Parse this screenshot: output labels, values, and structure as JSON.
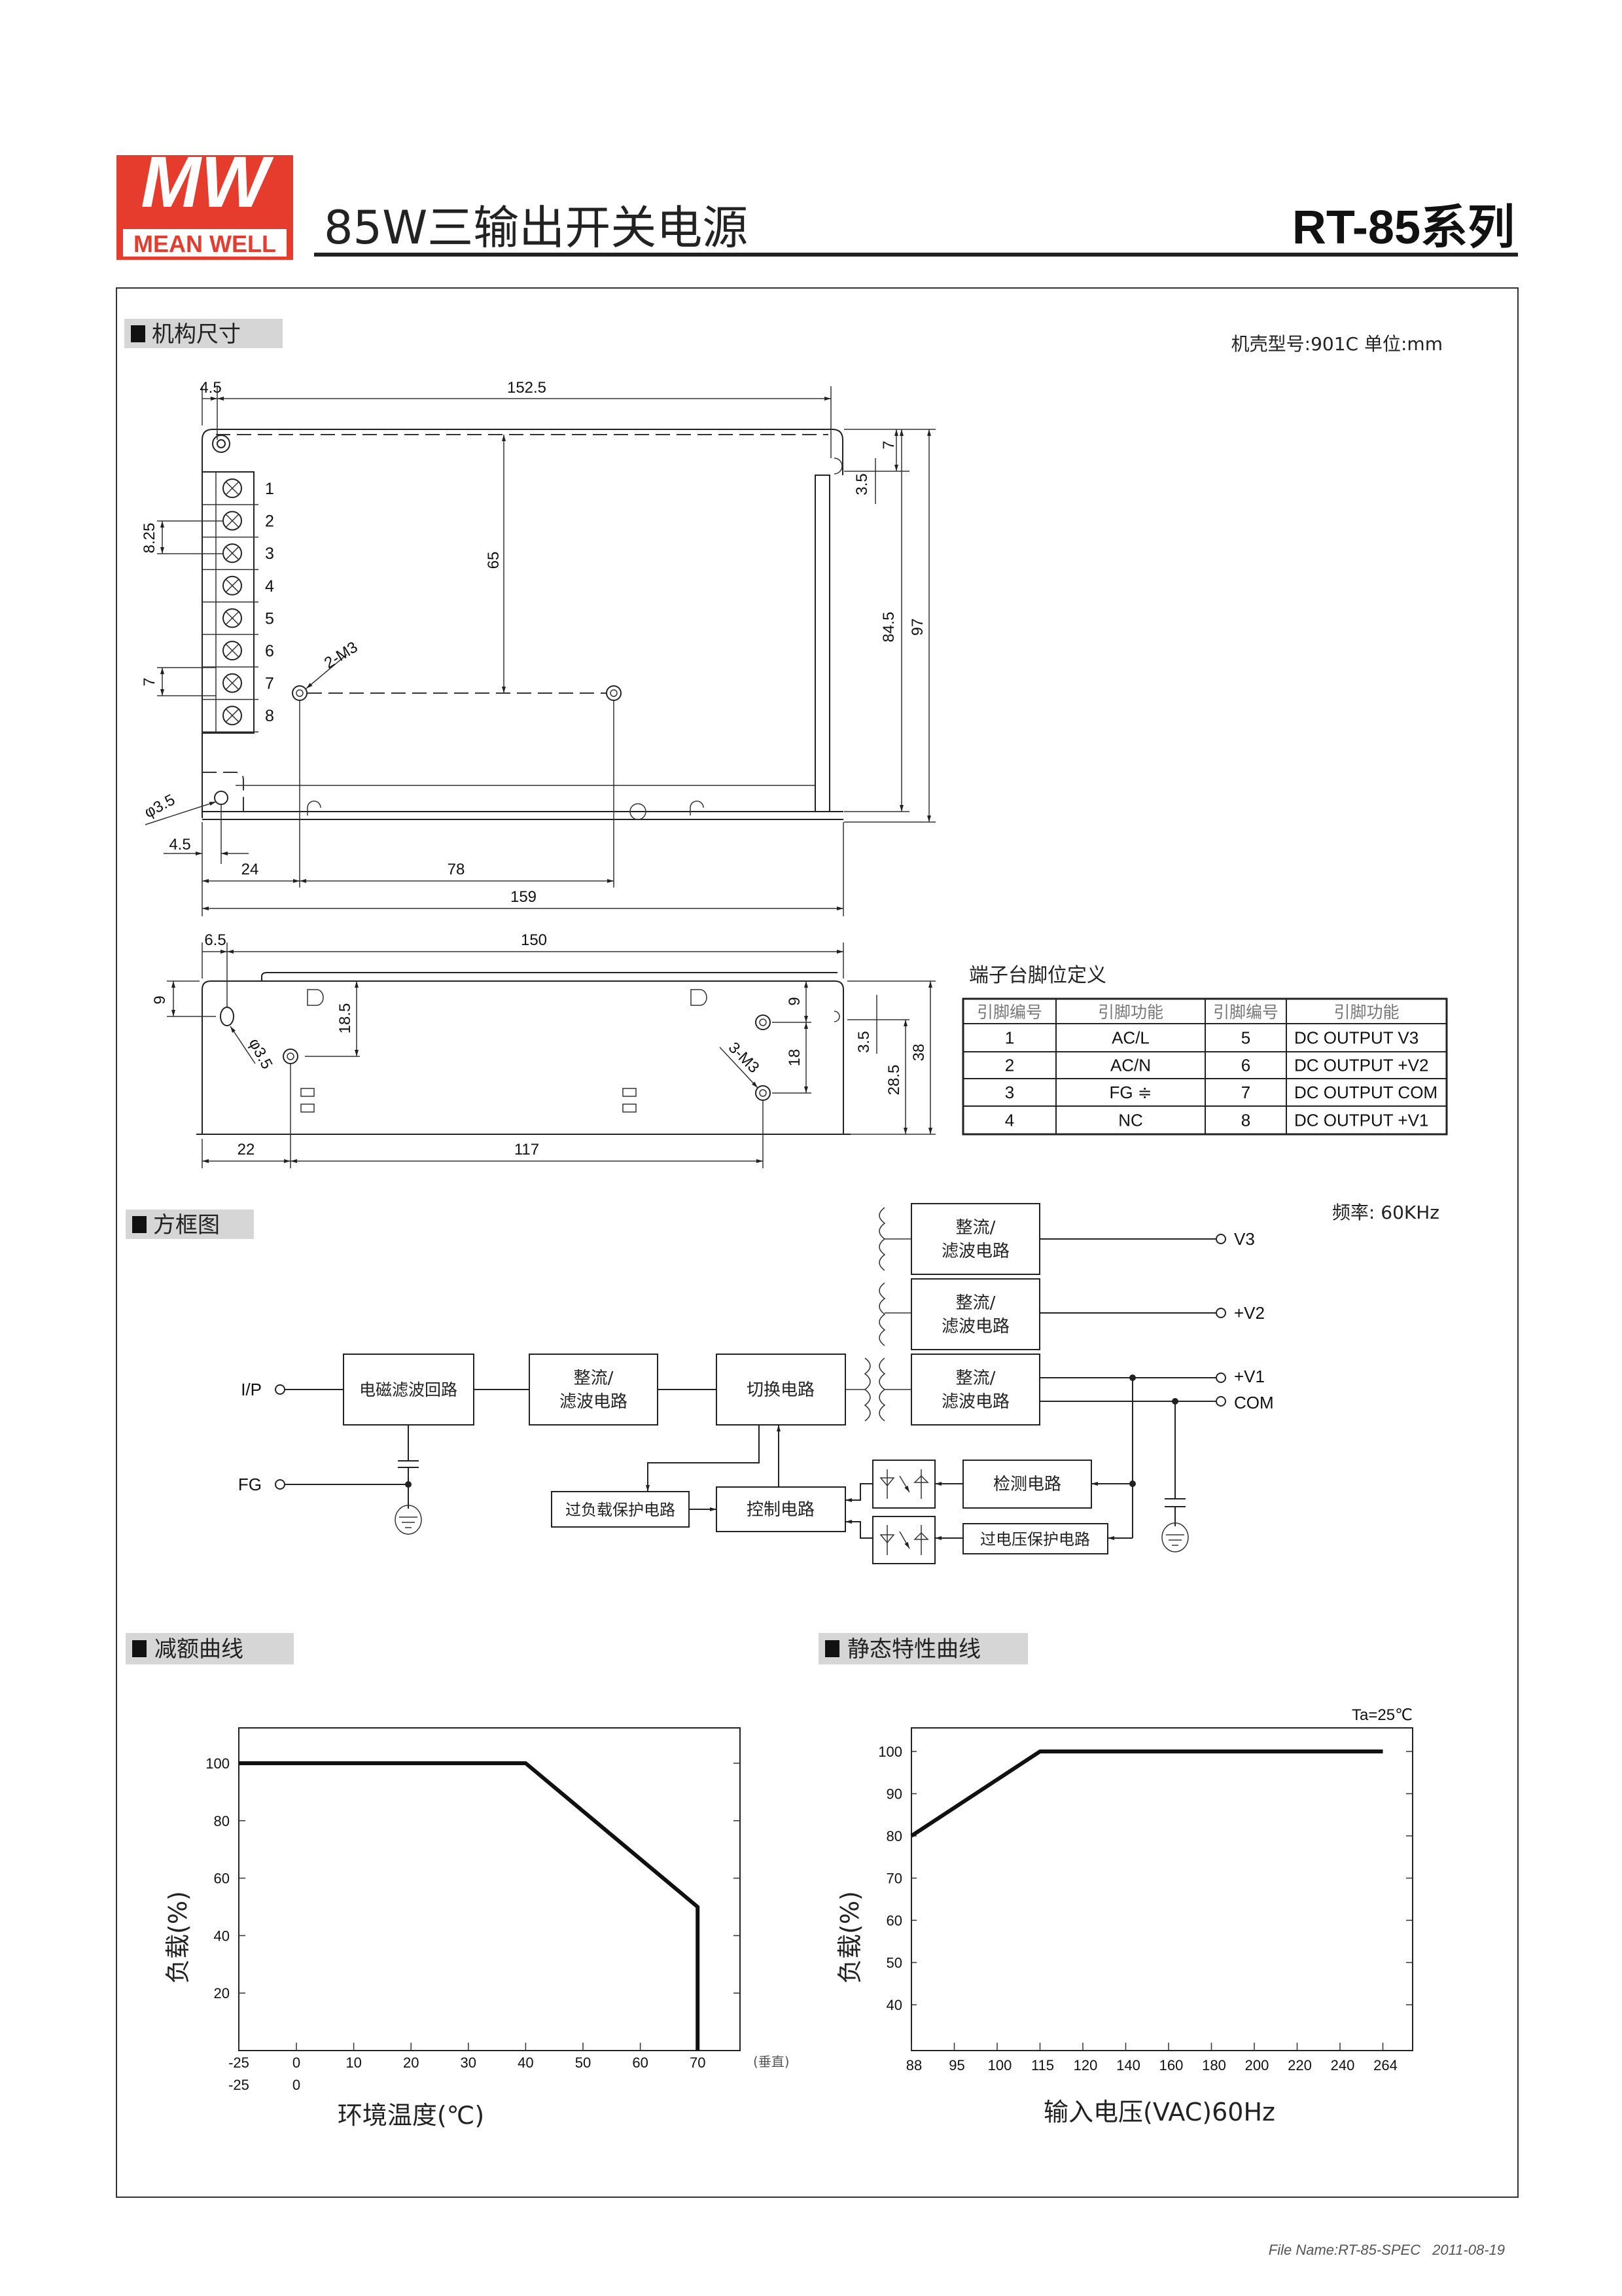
{
  "header": {
    "brand_mark": "MW",
    "brand_name": "MEAN WELL",
    "title": "85W三输出开关电源",
    "series": "RT-85系列",
    "brand_color": "#e63c2e"
  },
  "mechanical": {
    "section_title": "机构尺寸",
    "case_info": "机壳型号:901C 单位:mm",
    "top_view": {
      "d_left_offset": "4.5",
      "d_length": "152.5",
      "d_right_7": "7",
      "d_right_3_5": "3.5",
      "d_84_5": "84.5",
      "d_97": "97",
      "d_pitch": "8.25",
      "d_7": "7",
      "d_65": "65",
      "screw_note": "2-M3",
      "hole_note": "φ3.5",
      "d_bottom_4_5": "4.5",
      "d_24": "24",
      "d_78": "78",
      "d_159": "159",
      "pins": [
        "1",
        "2",
        "3",
        "4",
        "5",
        "6",
        "7",
        "8"
      ]
    },
    "side_view": {
      "d_6_5": "6.5",
      "d_150": "150",
      "d_9_left": "9",
      "d_18_5": "18.5",
      "hole_note": "φ3.5",
      "screw_note": "3-M3",
      "d_9_right": "9",
      "d_18": "18",
      "d_3_5": "3.5",
      "d_28_5": "28.5",
      "d_38": "38",
      "d_22": "22",
      "d_117": "117"
    }
  },
  "pin_table": {
    "title": "端子台脚位定义",
    "headers": [
      "引脚编号",
      "引脚功能",
      "引脚编号",
      "引脚功能"
    ],
    "rows": [
      [
        "1",
        "AC/L",
        "5",
        "DC OUTPUT V3"
      ],
      [
        "2",
        "AC/N",
        "6",
        "DC OUTPUT +V2"
      ],
      [
        "3",
        "FG ≑",
        "7",
        "DC OUTPUT COM"
      ],
      [
        "4",
        "NC",
        "8",
        "DC OUTPUT +V1"
      ]
    ]
  },
  "block_diagram": {
    "section_title": "方框图",
    "frequency": "频率: 60KHz",
    "emi_filter": "电磁滤波回路",
    "rect_filter_l1": "整流/",
    "rect_filter_l2": "滤波电路",
    "switching": "切换电路",
    "control": "控制电路",
    "overload": "过负载保护电路",
    "detection": "检测电路",
    "overvoltage": "过电压保护电路",
    "input_label": "I/P",
    "fg_label": "FG",
    "out_v3": "V3",
    "out_v2": "+V2",
    "out_v1": "+V1",
    "out_com": "COM"
  },
  "derating_section_title": "减额曲线",
  "static_section_title": "静态特性曲线",
  "chart_data": [
    {
      "type": "line",
      "title": "减额曲线",
      "xlabel": "环境温度(℃)",
      "ylabel": "负载(%)",
      "x_ticks": [
        "-25",
        "0",
        "10",
        "20",
        "30",
        "40",
        "50",
        "60",
        "70"
      ],
      "x_ticks_row2": [
        "-25",
        "0"
      ],
      "x_note": "(垂直)",
      "y_ticks": [
        20,
        40,
        60,
        80,
        100
      ],
      "x": [
        -25,
        40,
        70,
        70
      ],
      "y": [
        100,
        100,
        50,
        0
      ],
      "xlim": [
        -25,
        77
      ],
      "ylim": [
        0,
        112
      ],
      "grid": false
    },
    {
      "type": "line",
      "title": "静态特性曲线",
      "annotation": "Ta=25℃",
      "xlabel": "输入电压(VAC)60Hz",
      "ylabel": "负载(%)",
      "categories": [
        "88",
        "95",
        "100",
        "115",
        "120",
        "140",
        "160",
        "180",
        "200",
        "220",
        "240",
        "264"
      ],
      "y_ticks": [
        40,
        50,
        60,
        70,
        80,
        90,
        100
      ],
      "x": [
        "88",
        "115",
        "264"
      ],
      "y": [
        80,
        100,
        100
      ],
      "ylim": [
        29,
        105.6
      ],
      "grid": false
    }
  ],
  "footer": {
    "file_name": "File Name:RT-85-SPEC",
    "date": "2011-08-19"
  }
}
